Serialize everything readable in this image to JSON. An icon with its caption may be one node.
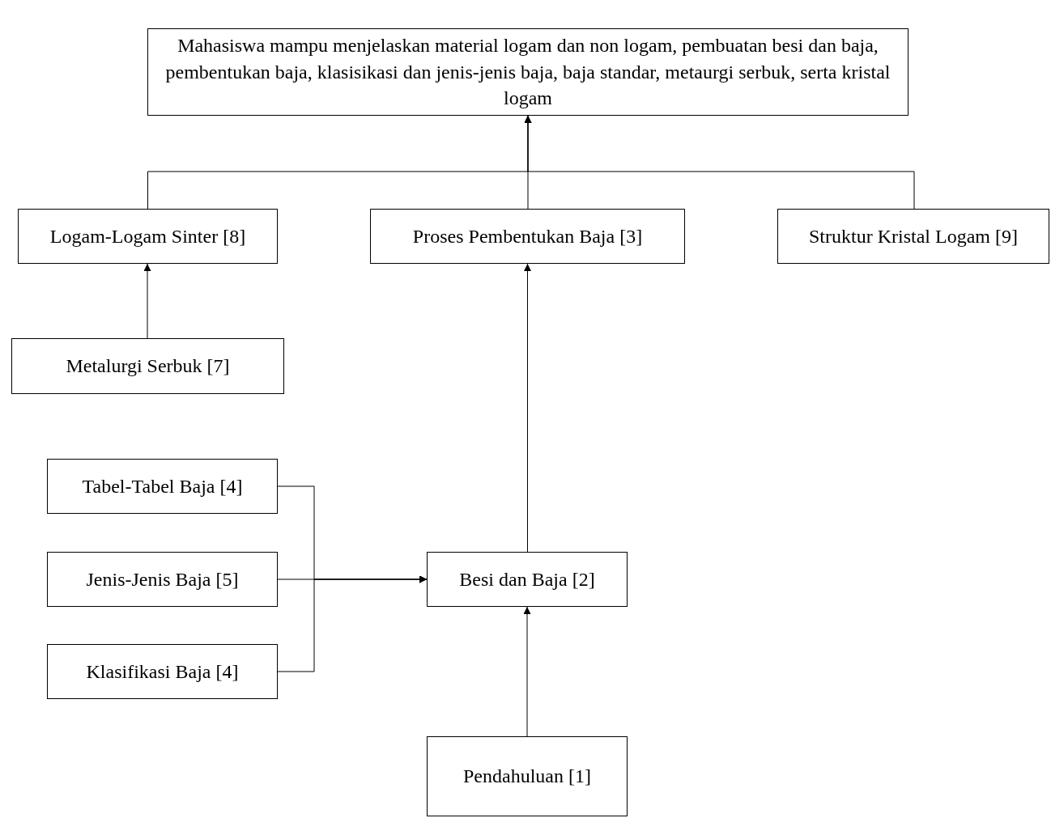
{
  "diagram": {
    "nodes": [
      {
        "text": [
          "Mahasiswa mampu menjelaskan material logam dan non logam, pembuatan besi dan baja, pembentukan baja, klasisikasi dan jenis-jenis baja, baja standar, metaurgi serbuk, serta kristal logam"
        ]
      },
      {
        "text": [
          "Logam-Logam Sinter [8]"
        ]
      },
      {
        "text": [
          "Proses Pembentukan Baja [3]"
        ]
      },
      {
        "text": [
          "Struktur Kristal Logam [9]"
        ]
      },
      {
        "text": [
          "Metalurgi Serbuk [7]"
        ]
      },
      {
        "text": [
          "Tabel-Tabel Baja [4]"
        ]
      },
      {
        "text": [
          "Jenis-Jenis Baja [5]"
        ]
      },
      {
        "text": [
          "Klasifikasi Baja [4]"
        ]
      },
      {
        "text": [
          "Besi dan Baja [2]"
        ]
      },
      {
        "text": [
          "Pendahuluan [1]"
        ]
      }
    ],
    "edges": [
      {
        "from": 1,
        "to": 0,
        "arrow": "to"
      },
      {
        "from": 2,
        "to": 0,
        "arrow": "to"
      },
      {
        "from": 3,
        "to": 0,
        "arrow": "to"
      },
      {
        "from": 4,
        "to": 1,
        "arrow": "to"
      },
      {
        "from": 8,
        "to": 2,
        "arrow": "to"
      },
      {
        "from": 5,
        "to": 8,
        "arrow": "to"
      },
      {
        "from": 6,
        "to": 8,
        "arrow": "to"
      },
      {
        "from": 7,
        "to": 8,
        "arrow": "to"
      },
      {
        "from": 9,
        "to": 8,
        "arrow": "to"
      }
    ]
  }
}
